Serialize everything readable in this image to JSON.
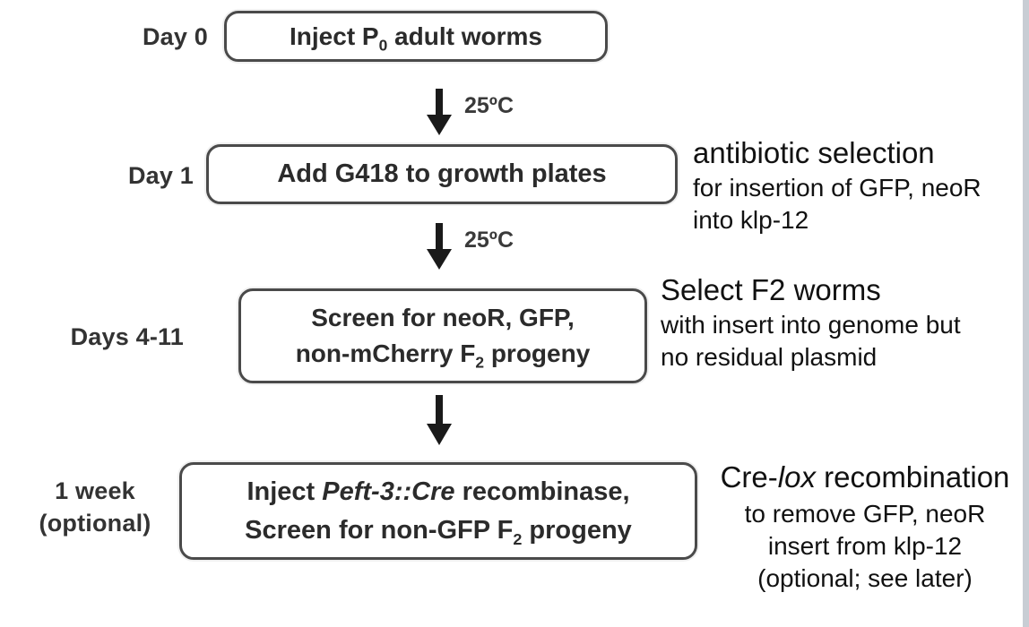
{
  "palette": {
    "background": "#ffffff",
    "box_border": "#4a4a4a",
    "diagram_text": "#2b2b2b",
    "annotation_text": "#111111",
    "arrow": "#1a1a1a",
    "right_edge_strip": "#c8cdd4"
  },
  "flow": {
    "step1": {
      "label": "Day 0",
      "text_pre": "Inject P",
      "text_sub": "0",
      "text_post": " adult worms"
    },
    "arrow1": {
      "label": "25ºC"
    },
    "step2": {
      "label": "Day 1",
      "text": "Add G418 to growth plates"
    },
    "arrow2": {
      "label": "25ºC"
    },
    "step3": {
      "label": "Days 4-11",
      "line1": "Screen for neoR, GFP,",
      "line2_pre": "non-mCherry F",
      "line2_sub": "2",
      "line2_post": " progeny"
    },
    "step4": {
      "label_line1": "1 week",
      "label_line2": "(optional)",
      "line1_pre": "Inject ",
      "line1_italic": "Peft-3::Cre",
      "line1_post": " recombinase,",
      "line2_pre": "Screen for non-GFP F",
      "line2_sub": "2",
      "line2_post": " progeny"
    }
  },
  "annotations": {
    "antibiotic": {
      "heading": "antibiotic selection",
      "line1": "for insertion of GFP, neoR",
      "line2": "into klp-12"
    },
    "select_f2": {
      "heading": "Select F2 worms",
      "line1": "with insert into genome but",
      "line2": "no residual plasmid"
    },
    "cre_lox": {
      "heading_pre": "Cre-",
      "heading_italic": "lox",
      "heading_post": " recombination",
      "line1": "to remove GFP, neoR",
      "line2": "insert from klp-12",
      "line3": "(optional; see later)"
    }
  }
}
